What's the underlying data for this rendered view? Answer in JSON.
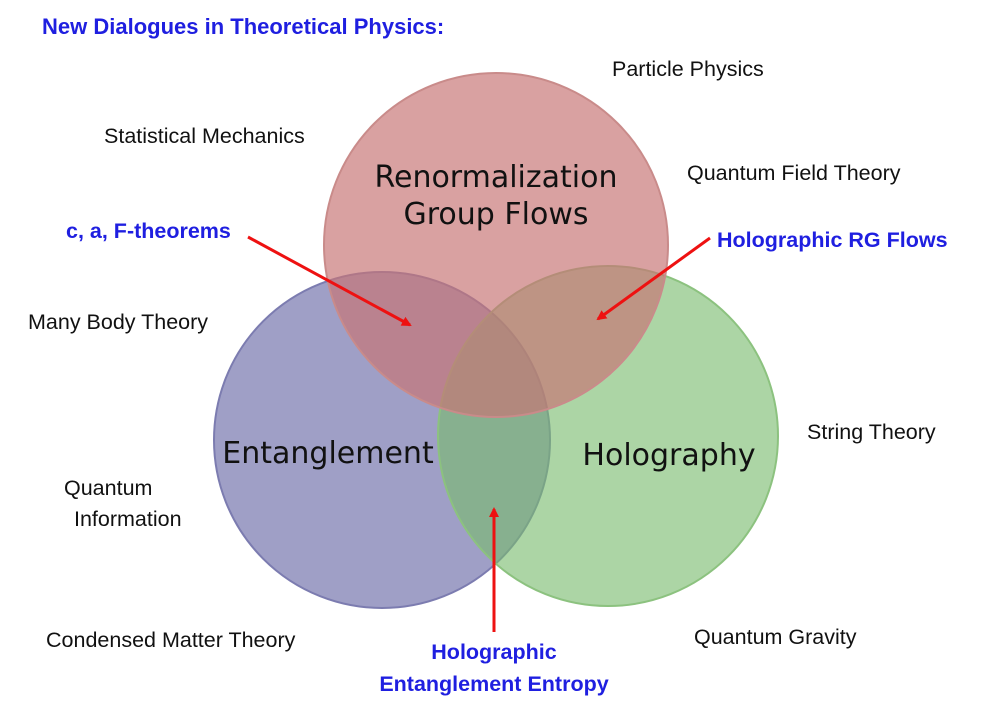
{
  "heading": "New Dialogues in Theoretical Physics:",
  "colors": {
    "heading": "#1f1fe0",
    "highlight": "#1f1fe0",
    "arrow": "#ee1111",
    "circle_renormalization": "#c77574",
    "circle_entanglement": "#6b6ba8",
    "circle_holography": "#79bb6d",
    "text": "#111111"
  },
  "circles": {
    "renormalization": {
      "line1": "Renormalization",
      "line2": "Group Flows"
    },
    "entanglement": {
      "label": "Entanglement"
    },
    "holography": {
      "label": "Holography"
    }
  },
  "fields": {
    "particle_physics": "Particle Physics",
    "statistical_mechanics": "Statistical Mechanics",
    "quantum_field_theory": "Quantum Field Theory",
    "many_body_theory": "Many Body Theory",
    "string_theory": "String Theory",
    "quantum_information_line1": "Quantum",
    "quantum_information_line2": "Information",
    "condensed_matter_theory": "Condensed Matter Theory",
    "quantum_gravity": "Quantum Gravity"
  },
  "highlights": {
    "c_a_f_theorems": "c, a, F-theorems",
    "holographic_rg_flows": "Holographic RG Flows",
    "holographic_entanglement_entropy_line1": "Holographic",
    "holographic_entanglement_entropy_line2": "Entanglement Entropy"
  }
}
